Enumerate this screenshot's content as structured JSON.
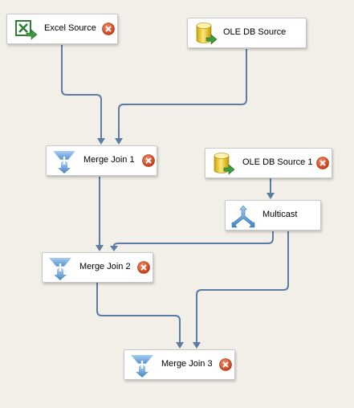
{
  "components": {
    "excel_source": {
      "label": "Excel Source"
    },
    "oledb_source": {
      "label": "OLE DB Source"
    },
    "merge_join_1": {
      "label": "Merge Join 1"
    },
    "oledb_source_1": {
      "label": "OLE DB Source 1"
    },
    "multicast": {
      "label": "Multicast"
    },
    "merge_join_2": {
      "label": "Merge Join 2"
    },
    "merge_join_3": {
      "label": "Merge Join 3"
    }
  },
  "colors": {
    "canvas_background": "#f2efe8",
    "connector": "#5a7ca5",
    "error_badge": "#d8461b"
  },
  "icons": {
    "excel_source": "excel-source-icon",
    "oledb_source": "database-cylinder-icon",
    "merge_join": "merge-join-icon",
    "multicast": "multicast-icon",
    "error": "error-x-icon"
  }
}
